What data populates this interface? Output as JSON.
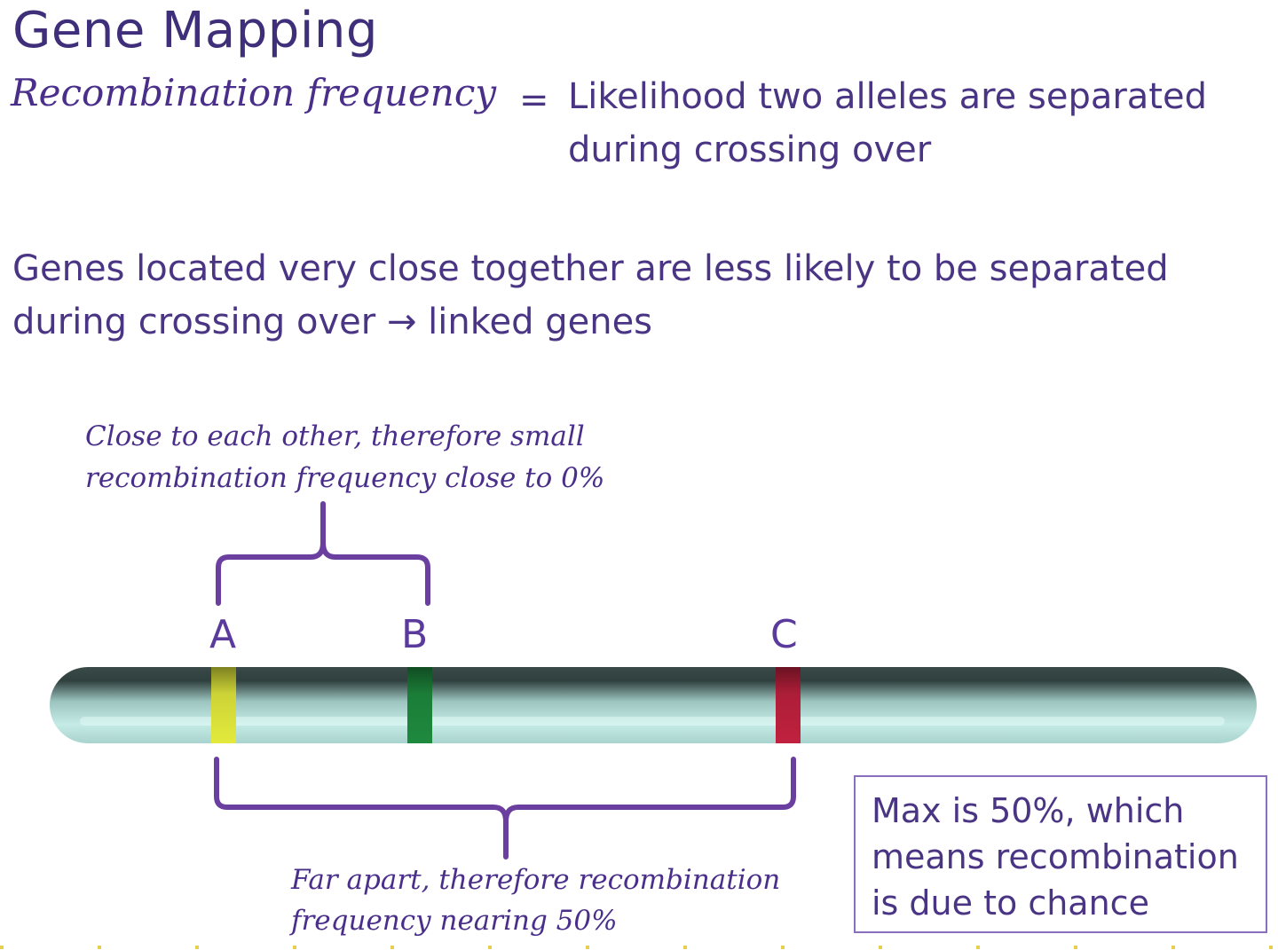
{
  "slide": {
    "title": "Gene Mapping",
    "term": "Recombination frequency",
    "equals": "=",
    "definition_line1": "Likelihood two alleles are separated",
    "definition_line2": "during crossing over",
    "statement_line1": "Genes located very close together are less likely to be separated",
    "statement_line2": "during crossing over → linked genes"
  },
  "diagram": {
    "genes": [
      {
        "label": "A",
        "color": "#e3ea3c"
      },
      {
        "label": "B",
        "color": "#1e8a3e"
      },
      {
        "label": "C",
        "color": "#c0213e"
      }
    ],
    "bracket_color": "#6b3fa0",
    "chromosome_color": "#bfe3df",
    "close_note_line1": "Close to each other, therefore small",
    "close_note_line2": "recombination frequency close to 0%",
    "far_note_line1": "Far apart, therefore recombination",
    "far_note_line2": "frequency nearing 50%",
    "max_box_line1": "Max is 50%, which",
    "max_box_line2": "means recombination",
    "max_box_line3": "is due to chance"
  }
}
